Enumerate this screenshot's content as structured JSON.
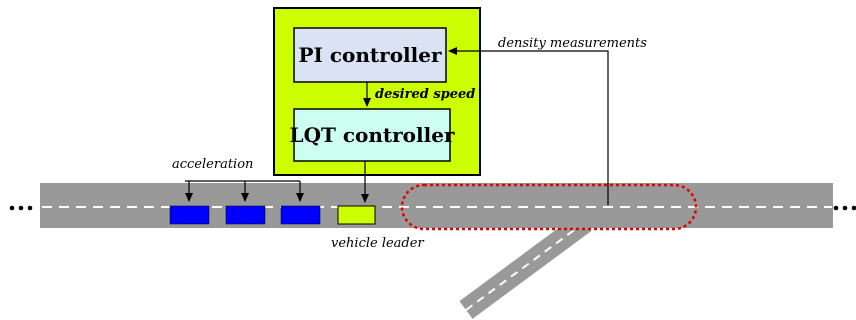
{
  "diagram": {
    "pi_controller": {
      "label": "PI controller"
    },
    "lqt_controller": {
      "label": "LQT controller"
    },
    "labels": {
      "desired_speed": "desired speed",
      "density_measurements": "density measurements",
      "acceleration": "acceleration",
      "vehicle_leader": "vehicle leader"
    },
    "road_ellipsis": "⋯",
    "colors": {
      "outer_box": "#ccff00",
      "pi_box": "#dae3f3",
      "lqt_box": "#ccfff0",
      "road": "#999999",
      "lane_marking": "#ffffff",
      "follower_vehicle": "#0000ff",
      "leader_vehicle": "#ccff00",
      "measurement_zone": "#e00000"
    }
  }
}
